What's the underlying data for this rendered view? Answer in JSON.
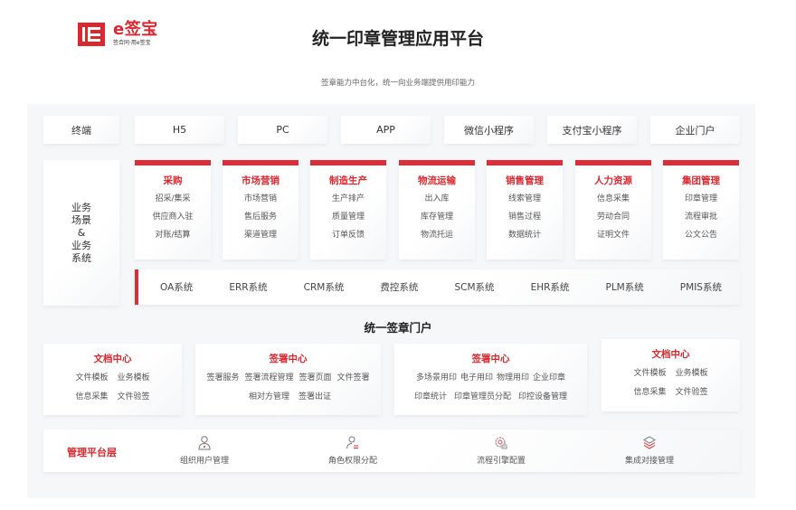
{
  "brand": {
    "name": "e签宝",
    "tagline": "签合同·用e签宝",
    "accent_color": "#d9282f"
  },
  "header": {
    "title": "统一印章管理应用平台",
    "subtitle": "签章能力中台化，统一向业务端提供用印能力"
  },
  "terminals": {
    "label": "终端",
    "items": [
      "H5",
      "PC",
      "APP",
      "微信小程序",
      "支付宝小程序",
      "企业门户"
    ]
  },
  "business": {
    "side_label": [
      "业务",
      "场景",
      "&",
      "业务",
      "系统"
    ],
    "scenarios": [
      {
        "title": "采购",
        "items": [
          "招采/集采",
          "供应商入驻",
          "对账/结算"
        ]
      },
      {
        "title": "市场营销",
        "items": [
          "市场营销",
          "售后服务",
          "渠道管理"
        ]
      },
      {
        "title": "制造生产",
        "items": [
          "生产排产",
          "质量管理",
          "订单反馈"
        ]
      },
      {
        "title": "物流运输",
        "items": [
          "出入库",
          "库存管理",
          "物流托运"
        ]
      },
      {
        "title": "销售管理",
        "items": [
          "线索管理",
          "销售过程",
          "数据统计"
        ]
      },
      {
        "title": "人力资源",
        "items": [
          "信息采集",
          "劳动合同",
          "证明文件"
        ]
      },
      {
        "title": "集团管理",
        "items": [
          "印章管理",
          "流程审批",
          "公文公告"
        ]
      }
    ],
    "systems": [
      "OA系统",
      "ERR系统",
      "CRM系统",
      "费控系统",
      "SCM系统",
      "EHR系统",
      "PLM系统",
      "PMIS系统"
    ]
  },
  "portal": {
    "title": "统一签章门户",
    "centers": [
      {
        "title": "文档中心",
        "items": [
          "文件模板",
          "业务模板",
          "信息采集",
          "文件验签"
        ]
      },
      {
        "title": "签署中心",
        "items": [
          "签署服务",
          "签署流程管理",
          "签署页面",
          "文件签署",
          "相对方管理",
          "签署出证"
        ]
      },
      {
        "title": "签署中心",
        "items": [
          "多场景用印",
          "电子用印",
          "物理用印",
          "企业印章",
          "印章统计",
          "印章管理员分配",
          "印控设备管理"
        ]
      },
      {
        "title": "文档中心",
        "items": [
          "文件模板",
          "业务模板",
          "信息采集",
          "文件验签"
        ]
      }
    ]
  },
  "management": {
    "label": "管理平台层",
    "features": [
      {
        "label": "组织用户管理",
        "icon": "org-user-icon"
      },
      {
        "label": "角色权限分配",
        "icon": "role-permission-icon"
      },
      {
        "label": "流程引擎配置",
        "icon": "workflow-gear-icon"
      },
      {
        "label": "集成对接管理",
        "icon": "layers-icon"
      }
    ]
  }
}
